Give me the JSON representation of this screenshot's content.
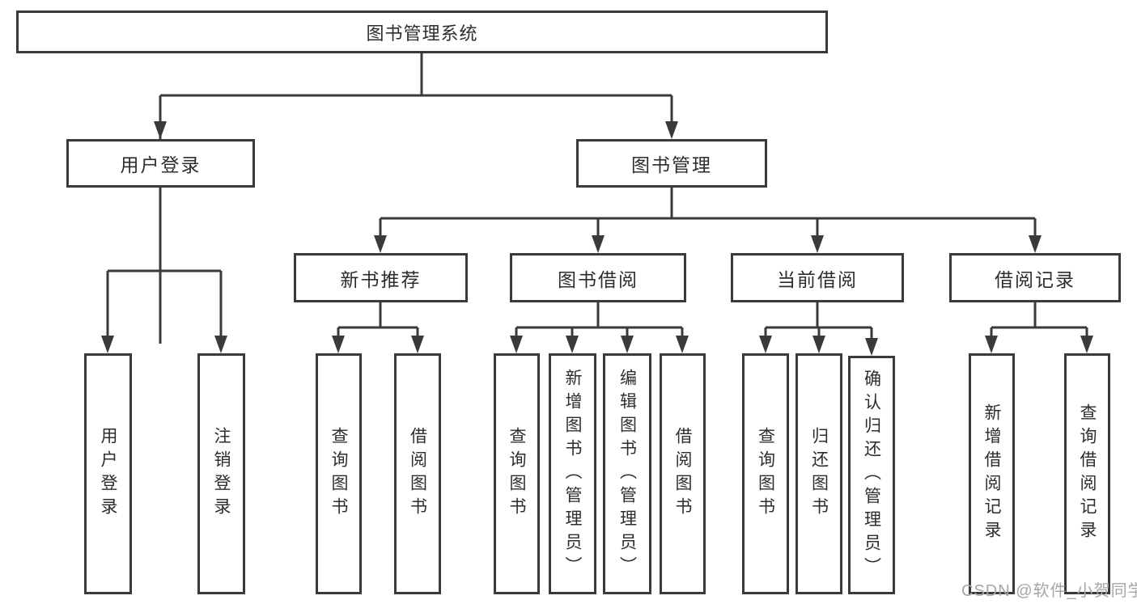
{
  "diagram_title": "图书管理系统",
  "tree": {
    "root": {
      "label": "图书管理系统"
    },
    "children": [
      {
        "label": "用户登录",
        "children": [
          {
            "label": "用户登录"
          },
          {
            "label": "注销登录"
          }
        ]
      },
      {
        "label": "图书管理",
        "children": [
          {
            "label": "新书推荐",
            "children": [
              {
                "label": "查询图书"
              },
              {
                "label": "借阅图书"
              }
            ]
          },
          {
            "label": "图书借阅",
            "children": [
              {
                "label": "查询图书"
              },
              {
                "label": "新增图书（管理员）"
              },
              {
                "label": "编辑图书（管理员）"
              },
              {
                "label": "借阅图书"
              }
            ]
          },
          {
            "label": "当前借阅",
            "children": [
              {
                "label": "查询图书"
              },
              {
                "label": "归还图书"
              },
              {
                "label": "确认归还（管理员）"
              }
            ]
          },
          {
            "label": "借阅记录",
            "children": [
              {
                "label": "新增借阅记录"
              },
              {
                "label": "查询借阅记录"
              }
            ]
          }
        ]
      }
    ]
  },
  "watermark": "CSDN @软件_小贺同学",
  "colors": {
    "line": "#3a3a3a",
    "box_border": "#3a3a3a",
    "text": "#2d2d2d",
    "watermark": "#a6a6a6",
    "background": "#ffffff"
  }
}
